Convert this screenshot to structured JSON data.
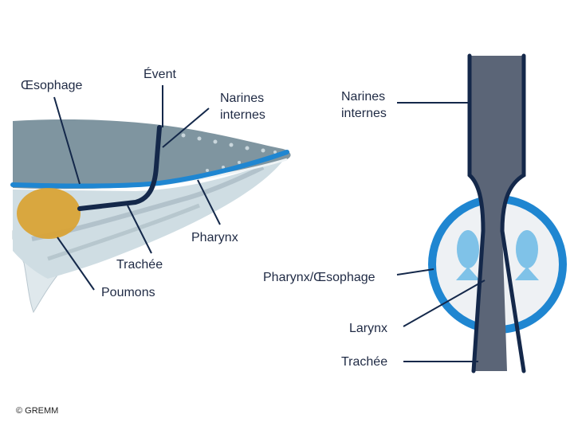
{
  "left_diagram": {
    "labels": {
      "oesophage": "Œsophage",
      "event": "Évent",
      "narines_internes_1": "Narines",
      "narines_internes_2": "internes",
      "pharynx": "Pharynx",
      "trachee": "Trachée",
      "poumons": "Poumons"
    }
  },
  "right_diagram": {
    "labels": {
      "narines_internes_1": "Narines",
      "narines_internes_2": "internes",
      "pharynx_oesophage": "Pharynx/Œsophage",
      "larynx": "Larynx",
      "trachee": "Trachée"
    }
  },
  "copyright": "© GREMM",
  "colors": {
    "airway_dark": "#14284a",
    "digestive_blue": "#1f86d1",
    "lungs": "#d9a336",
    "whale_body": "#7f95a0",
    "whale_belly": "#dfe8ec",
    "tube_fill": "#5b6577",
    "circle_fill": "#eef1f4",
    "fish": "#7fc2e8",
    "leader": "#14284a"
  }
}
